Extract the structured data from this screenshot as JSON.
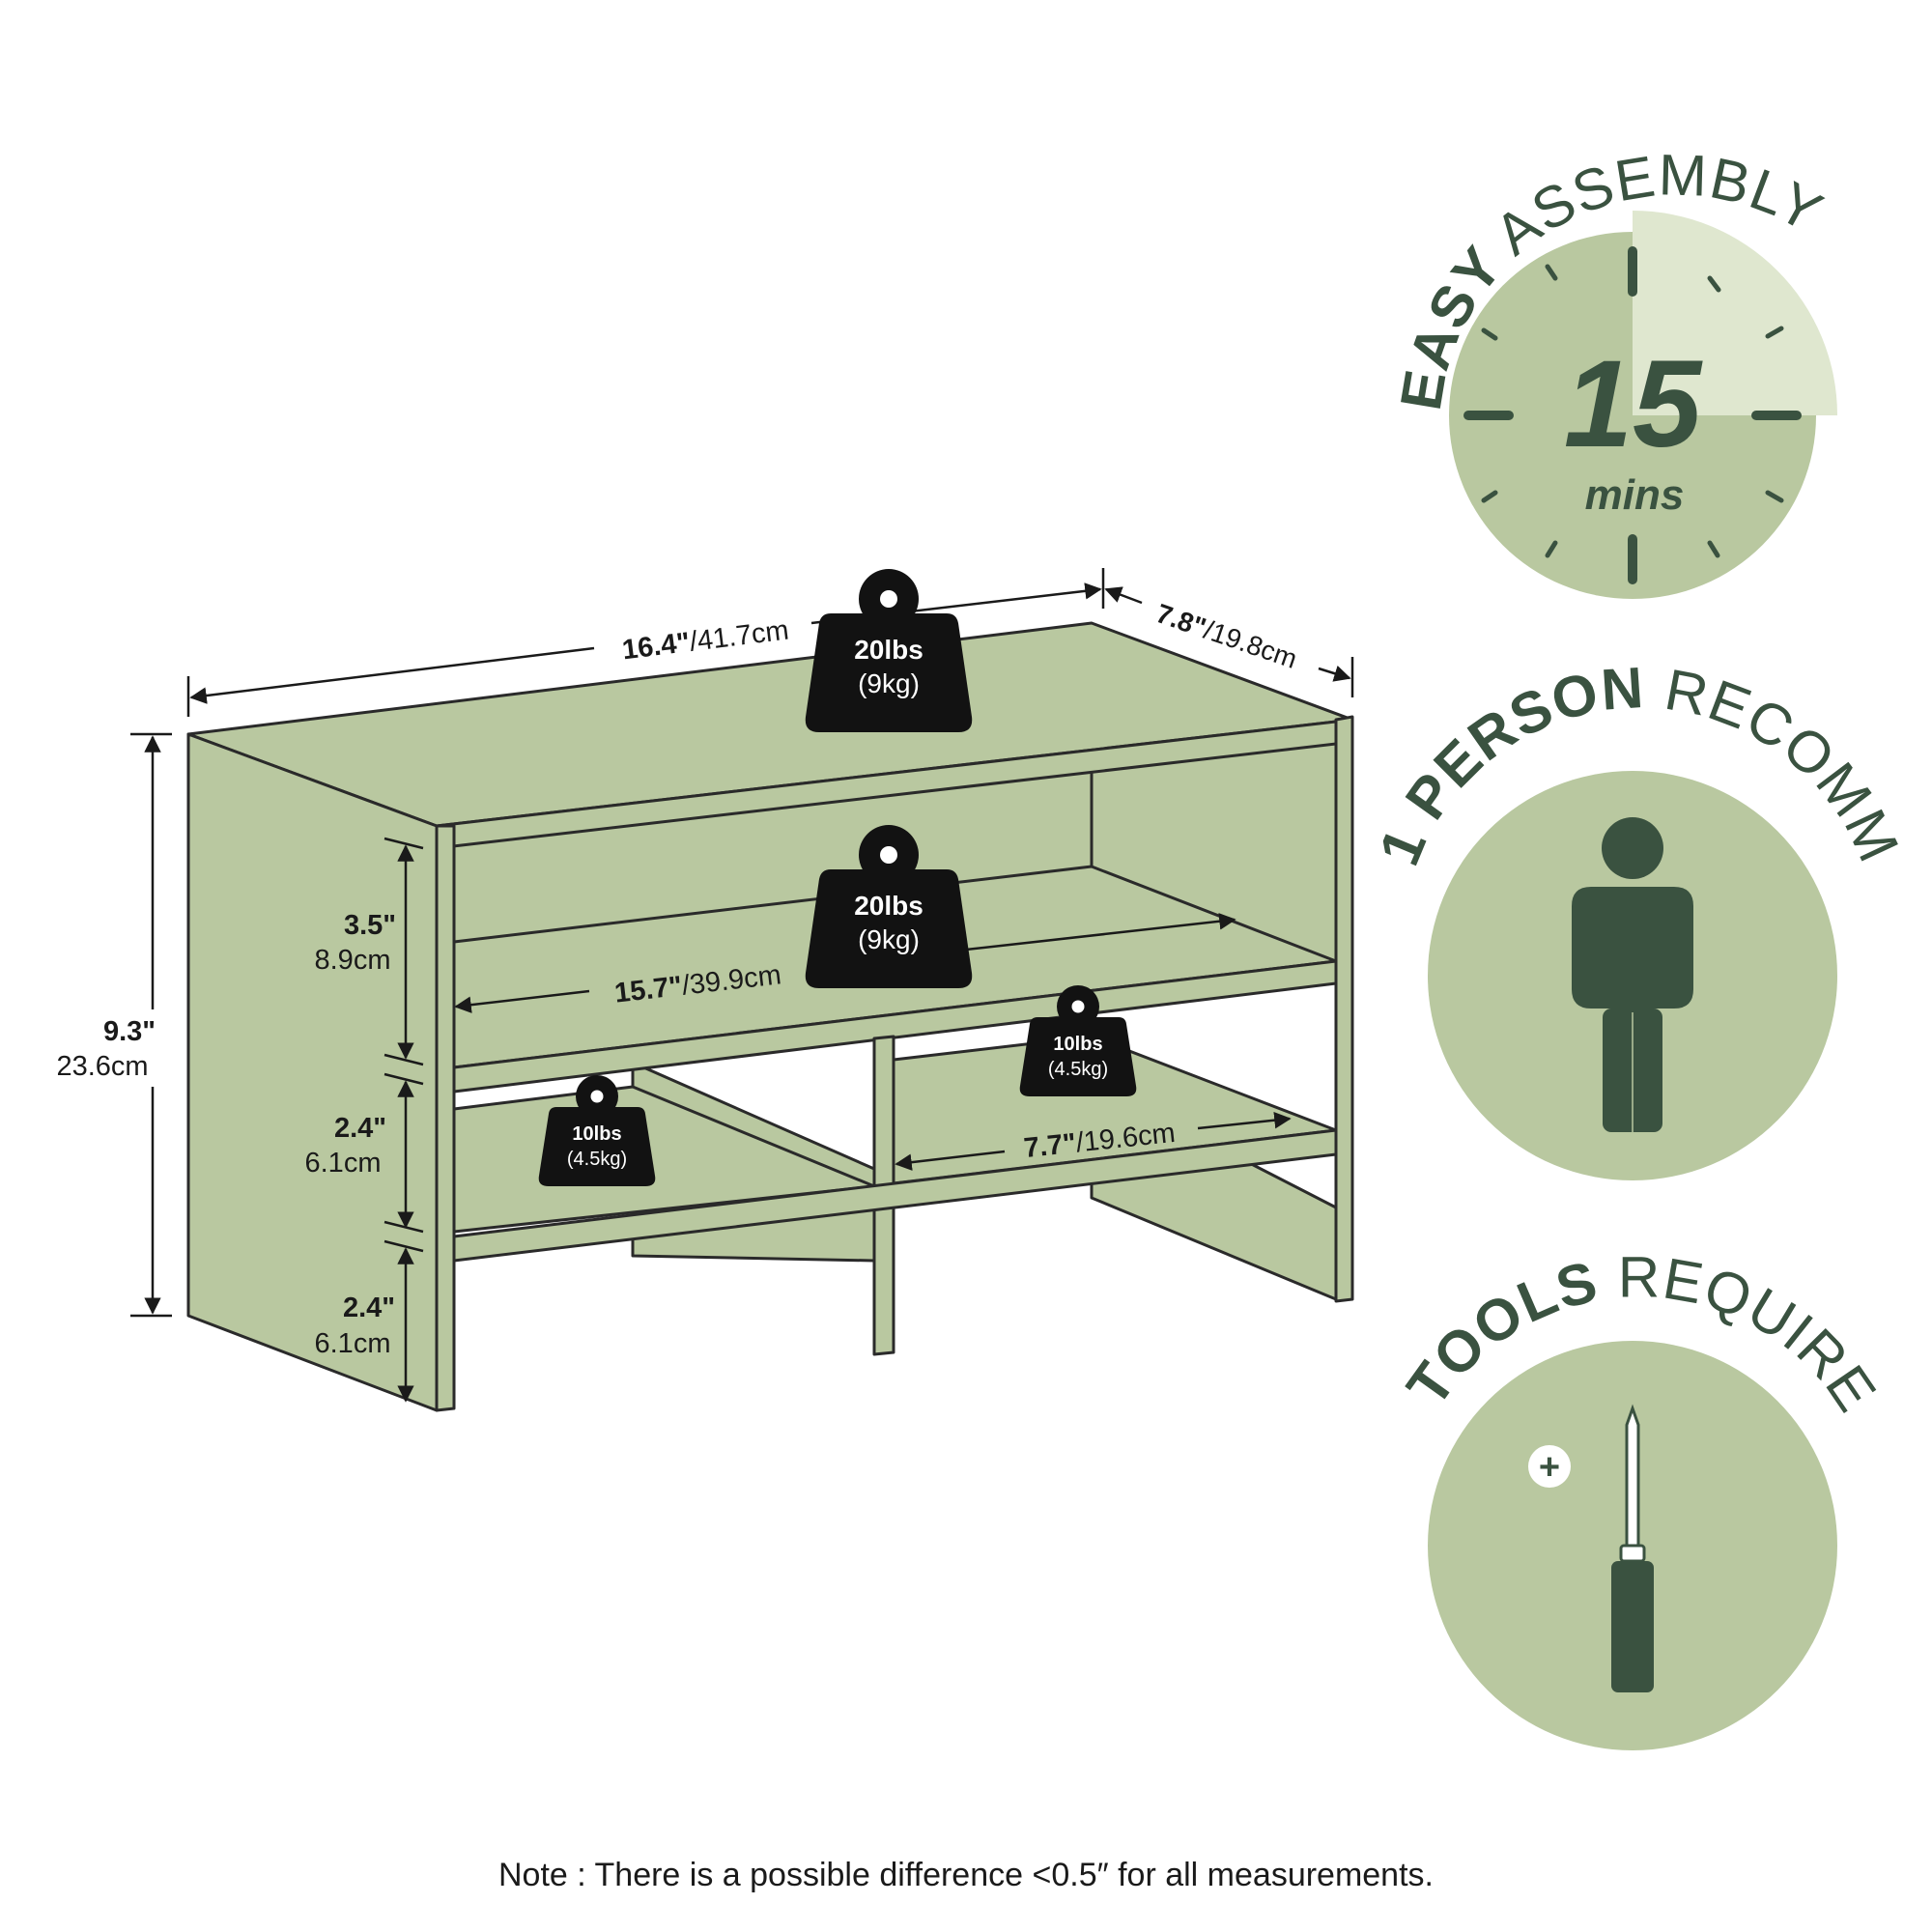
{
  "colors": {
    "shelf_fill": "#b9c8a0",
    "shelf_stroke": "#2a2a2a",
    "badge_circle": "#b9c8a0",
    "badge_light": "#dfe7cf",
    "badge_dark": "#3a5240",
    "weight_fill": "#121212"
  },
  "dimensions": {
    "width": {
      "in": "16.4\"",
      "cm": "/41.7cm"
    },
    "depth": {
      "in": "7.8\"",
      "cm": "/19.8cm"
    },
    "height": {
      "in": "9.3\"",
      "cm": "23.6cm"
    },
    "upper_gap": {
      "in": "3.5\"",
      "cm": "8.9cm"
    },
    "middle_gap": {
      "in": "2.4\"",
      "cm": "6.1cm"
    },
    "lower_gap": {
      "in": "2.4\"",
      "cm": "6.1cm"
    },
    "inner_width": {
      "in": "15.7\"",
      "cm": "/39.9cm"
    },
    "cubby_width": {
      "in": "7.7\"",
      "cm": "/19.6cm"
    }
  },
  "weights": {
    "top": {
      "lbs": "20lbs",
      "kg": "(9kg)"
    },
    "upper_shelf": {
      "lbs": "20lbs",
      "kg": "(9kg)"
    },
    "left_cubby": {
      "lbs": "10lbs",
      "kg": "(4.5kg)"
    },
    "right_cubby": {
      "lbs": "10lbs",
      "kg": "(4.5kg)"
    }
  },
  "badges": {
    "assembly": {
      "bold": "EASY",
      "regular": "ASSEMBLY",
      "number": "15",
      "unit": "mins",
      "icon": "clock-icon"
    },
    "person": {
      "bold": "1 PERSON",
      "regular": "RECOMM.",
      "icon": "person-icon"
    },
    "tools": {
      "bold": "TOOLS",
      "regular": "REQUIRED",
      "icon": "screwdriver-icon",
      "plus_symbol": "+"
    }
  },
  "note": "Note : There is a possible difference <0.5″ for all measurements."
}
